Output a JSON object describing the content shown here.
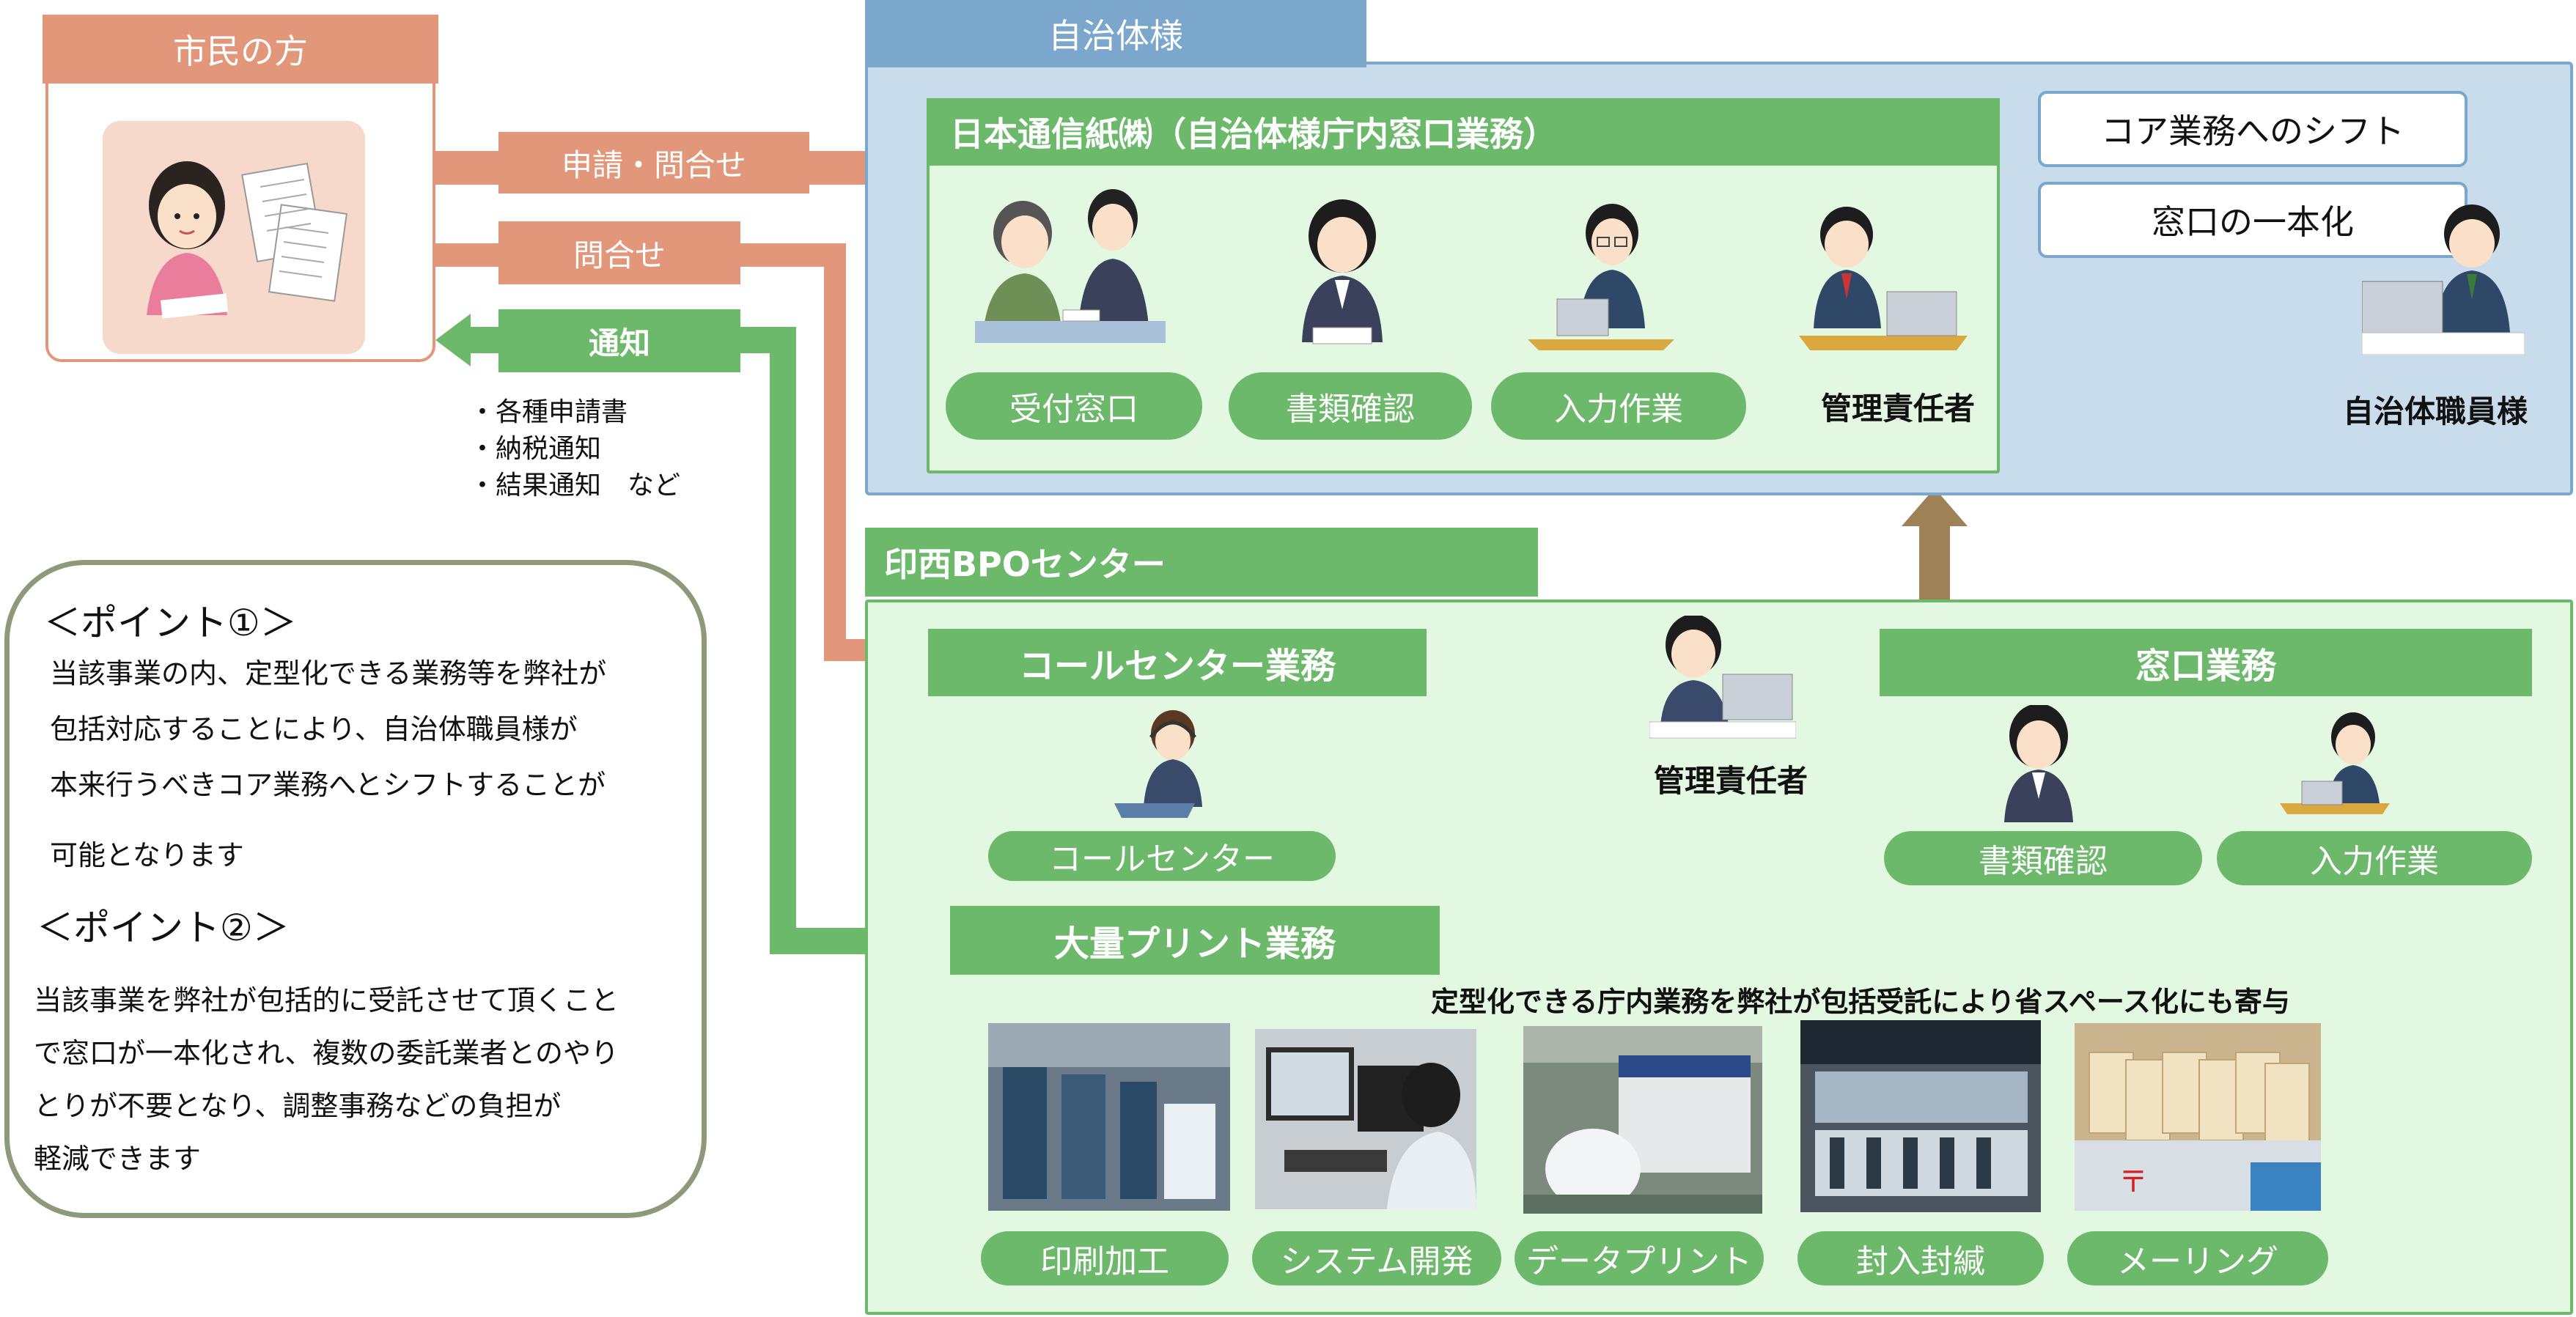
{
  "citizen": {
    "title": "市民の方"
  },
  "flows": {
    "apply_inquiry": "申請・問合せ",
    "inquiry": "問合せ",
    "notice": "通知"
  },
  "notice_list": [
    "・各種申請書",
    "・納税通知",
    "・結果通知　など"
  ],
  "points": {
    "p1_title": "＜ポイント①＞",
    "p1_lines": [
      "当該事業の内、定型化できる業務等を弊社が",
      "包括対応することにより、自治体職員様が",
      "本来行うべきコア業務へとシフトすることが",
      "可能となります"
    ],
    "p2_title": "＜ポイント②＞",
    "p2_lines": [
      "当該事業を弊社が包括的に受託させて頂くこと",
      "で窓口が一本化され、複数の委託業者とのやり",
      "とりが不要となり、調整事務などの負担が",
      "軽減できます"
    ]
  },
  "municipality": {
    "tab": "自治体様",
    "inner_title": "日本通信紙㈱（自治体様庁内窓口業務）",
    "roles": [
      "受付窓口",
      "書類確認",
      "入力作業"
    ],
    "manager": "管理責任者",
    "shift_labels": [
      "コア業務へのシフト",
      "窓口の一本化"
    ],
    "staff": "自治体職員様"
  },
  "bpo": {
    "tab": "印西BPOセンター",
    "call_center_work": "コールセンター業務",
    "call_center": "コールセンター",
    "manager": "管理責任者",
    "counter_work": "窓口業務",
    "counter_roles": [
      "書類確認",
      "入力作業"
    ],
    "print_work": "大量プリント業務",
    "caption": "定型化できる庁内業務を弊社が包括受託により省スペース化にも寄与",
    "services": [
      "印刷加工",
      "システム開発",
      "データプリント",
      "封入封緘",
      "メーリング"
    ]
  },
  "colors": {
    "green": "#6db96b",
    "light_green": "#e3f8e0",
    "blue_bg": "#c9dcec",
    "blue_tab": "#7aa7cb",
    "orange": "#e2967a",
    "brown": "#9f8158"
  }
}
